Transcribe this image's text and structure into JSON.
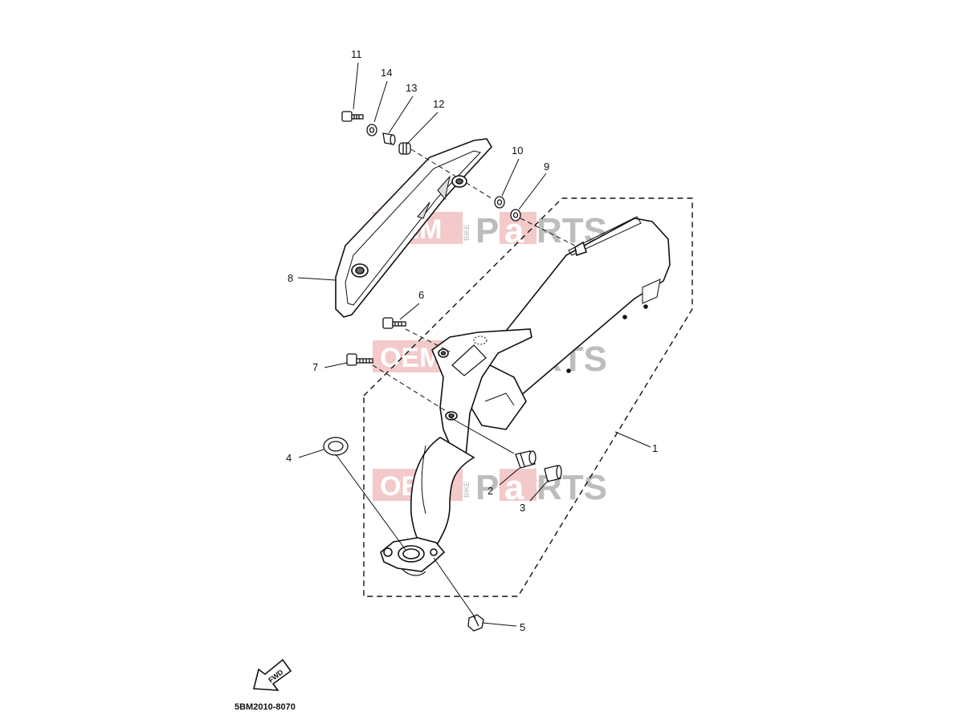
{
  "diagram": {
    "part_code": "5BM2010-8070",
    "fwd_label": "FWD",
    "callouts": [
      "1",
      "2",
      "3",
      "4",
      "5",
      "6",
      "7",
      "8",
      "9",
      "10",
      "11",
      "12",
      "13",
      "14"
    ],
    "watermark": {
      "oem": "OEM",
      "bike": "BIKE",
      "parts_p": "P",
      "parts_a": "a",
      "parts_rts": "RTS"
    }
  }
}
